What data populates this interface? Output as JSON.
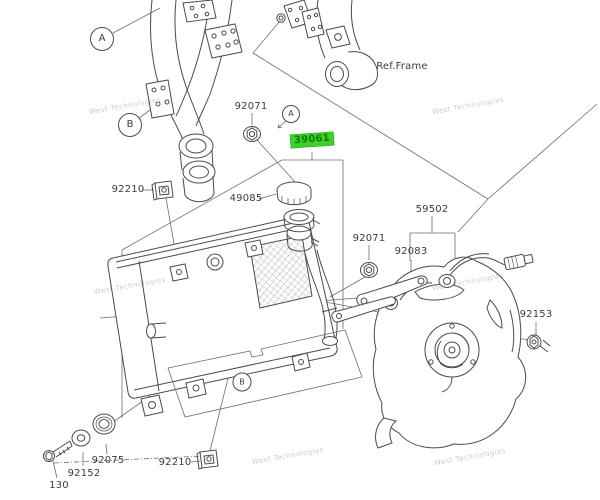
{
  "diagram": {
    "type": "exploded-parts-diagram",
    "subject": "Radiator assembly with cooling fan and reference frame",
    "background": "#ffffff",
    "line_color": "#4b4b4b",
    "highlight": {
      "part_number": "39061",
      "bg_color": "#3ed02e",
      "text_color": "#157a00"
    },
    "ref_label": {
      "text": "Ref.Frame"
    },
    "labels": {
      "l_92071_top": "92071",
      "l_39061": "39061",
      "l_92210_upper": "92210",
      "l_49085": "49085",
      "l_59502": "59502",
      "l_92071_mid": "92071",
      "l_92083": "92083",
      "l_92153": "92153",
      "l_92075": "92075",
      "l_92152": "92152",
      "l_130": "130",
      "l_92210_lower": "92210"
    },
    "callouts": {
      "a": "A",
      "b": "B"
    },
    "watermark": {
      "text": "West Technologies"
    }
  }
}
